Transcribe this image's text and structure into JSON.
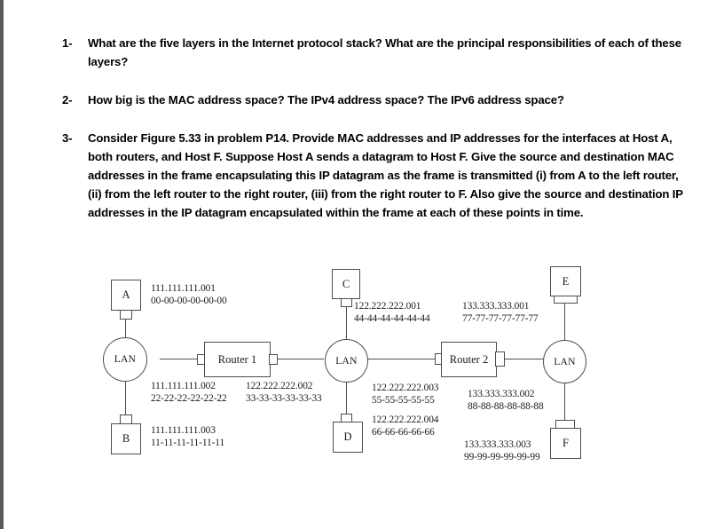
{
  "document": {
    "questions": [
      {
        "number": "1-",
        "text": "What are the five layers in the Internet protocol stack? What are the principal responsibilities of each of these layers?"
      },
      {
        "number": "2-",
        "text": "How big is the MAC address space? The IPv4 address space? The IPv6 address space?"
      },
      {
        "number": "3-",
        "text": "Consider Figure 5.33 in problem P14. Provide MAC addresses and IP addresses for the interfaces at Host A, both routers, and Host F. Suppose Host A sends a datagram to Host F. Give the source and destination MAC addresses in the frame encapsulating this IP datagram as the frame is transmitted (i) from A to the left router, (ii) from the left router to the right router, (iii) from the right router to F. Also give the source and destination IP addresses in the IP datagram encapsulated within the frame at each of these points in time."
      }
    ]
  },
  "diagram": {
    "hosts": {
      "a": "A",
      "b": "B",
      "c": "C",
      "d": "D",
      "e": "E",
      "f": "F"
    },
    "lans": {
      "left": "LAN",
      "middle": "LAN",
      "right": "LAN"
    },
    "routers": {
      "router1": "Router 1",
      "router2": "Router 2"
    },
    "interfaces": {
      "host_a": {
        "ip": "111.111.111.001",
        "mac": "00-00-00-00-00-00"
      },
      "router1_left": {
        "ip": "111.111.111.002",
        "mac": "22-22-22-22-22-22"
      },
      "host_b": {
        "ip": "111.111.111.003",
        "mac": "11-11-11-11-11-11"
      },
      "router1_right": {
        "ip": "122.222.222.002",
        "mac": "33-33-33-33-33-33"
      },
      "host_c": {
        "ip": "122.222.222.001",
        "mac": "44-44-44-44-44-44"
      },
      "router2_left": {
        "ip": "122.222.222.003",
        "mac": "55-55-55-55-55"
      },
      "host_d": {
        "ip": "122.222.222.004",
        "mac": "66-66-66-66-66"
      },
      "host_e": {
        "ip": "133.333.333.001",
        "mac": "77-77-77-77-77-77"
      },
      "router2_right": {
        "ip": "133.333.333.002",
        "mac": "88-88-88-88-88-88"
      },
      "host_f": {
        "ip": "133.333.333.003",
        "mac": "99-99-99-99-99-99"
      }
    }
  }
}
